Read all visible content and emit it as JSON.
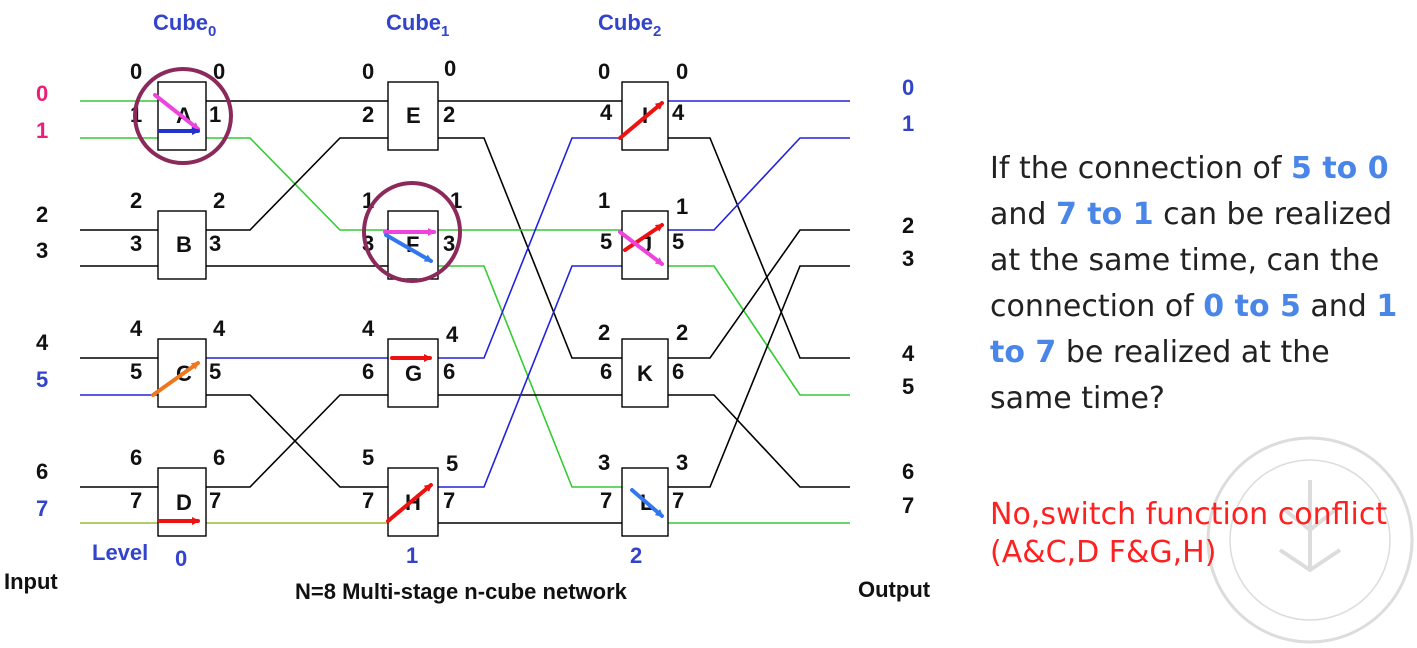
{
  "diagram": {
    "title": "N=8 Multi-stage n-cube network",
    "input_label": "Input",
    "output_label": "Output",
    "level_label": "Level",
    "cube_labels": [
      {
        "base": "Cube",
        "sub": "0"
      },
      {
        "base": "Cube",
        "sub": "1"
      },
      {
        "base": "Cube",
        "sub": "2"
      }
    ],
    "levels": [
      "0",
      "1",
      "2"
    ],
    "inputs": [
      "0",
      "1",
      "2",
      "3",
      "4",
      "5",
      "6",
      "7"
    ],
    "outputs": [
      "0",
      "1",
      "2",
      "3",
      "4",
      "5",
      "6",
      "7"
    ],
    "stages": [
      {
        "switches": [
          {
            "name": "A",
            "in": [
              "0",
              "1"
            ],
            "out": [
              "0",
              "1"
            ]
          },
          {
            "name": "B",
            "in": [
              "2",
              "3"
            ],
            "out": [
              "2",
              "3"
            ]
          },
          {
            "name": "C",
            "in": [
              "4",
              "5"
            ],
            "out": [
              "4",
              "5"
            ]
          },
          {
            "name": "D",
            "in": [
              "6",
              "7"
            ],
            "out": [
              "6",
              "7"
            ]
          }
        ]
      },
      {
        "switches": [
          {
            "name": "E",
            "in": [
              "0",
              "2"
            ],
            "out": [
              "0",
              "2"
            ]
          },
          {
            "name": "F",
            "in": [
              "1",
              "3"
            ],
            "out": [
              "1",
              "3"
            ]
          },
          {
            "name": "G",
            "in": [
              "4",
              "6"
            ],
            "out": [
              "4",
              "6"
            ]
          },
          {
            "name": "H",
            "in": [
              "5",
              "7"
            ],
            "out": [
              "5",
              "7"
            ]
          }
        ]
      },
      {
        "switches": [
          {
            "name": "I",
            "in": [
              "0",
              "4"
            ],
            "out": [
              "0",
              "4"
            ]
          },
          {
            "name": "J",
            "in": [
              "1",
              "5"
            ],
            "out": [
              "1",
              "5"
            ]
          },
          {
            "name": "K",
            "in": [
              "2",
              "6"
            ],
            "out": [
              "2",
              "6"
            ]
          },
          {
            "name": "L",
            "in": [
              "3",
              "7"
            ],
            "out": [
              "3",
              "7"
            ]
          }
        ]
      }
    ],
    "colors": {
      "wire": "#000000",
      "path_green": "#33cc33",
      "path_blue": "#2222dd",
      "path_olive": "#99bb33",
      "input_pink": "#e8207a",
      "input_blue": "#3344cc",
      "label_blue": "#3344cc",
      "circle": "#8b2a5a",
      "arrow_magenta": "#ee44dd",
      "arrow_blue": "#2233cc",
      "arrow_red": "#ee1111",
      "arrow_orange": "#ee7722",
      "arrow_lightblue": "#3377ee"
    }
  },
  "question": {
    "segments": [
      {
        "text": "If the connection of ",
        "highlight": false
      },
      {
        "text": "5 to 0",
        "highlight": true
      },
      {
        "text": " and ",
        "highlight": false
      },
      {
        "text": "7 to 1",
        "highlight": true
      },
      {
        "text": " can be realized at the same time, can the connection of ",
        "highlight": false
      },
      {
        "text": "0 to 5",
        "highlight": true
      },
      {
        "text": " and ",
        "highlight": false
      },
      {
        "text": "1 to 7",
        "highlight": true
      },
      {
        "text": " be realized at the same time?",
        "highlight": false
      }
    ],
    "highlight_color": "#4a86e8"
  },
  "answer": {
    "lines": [
      "No,switch function conflict",
      "(A&C,D F&G,H)"
    ],
    "color": "#ff2020"
  }
}
